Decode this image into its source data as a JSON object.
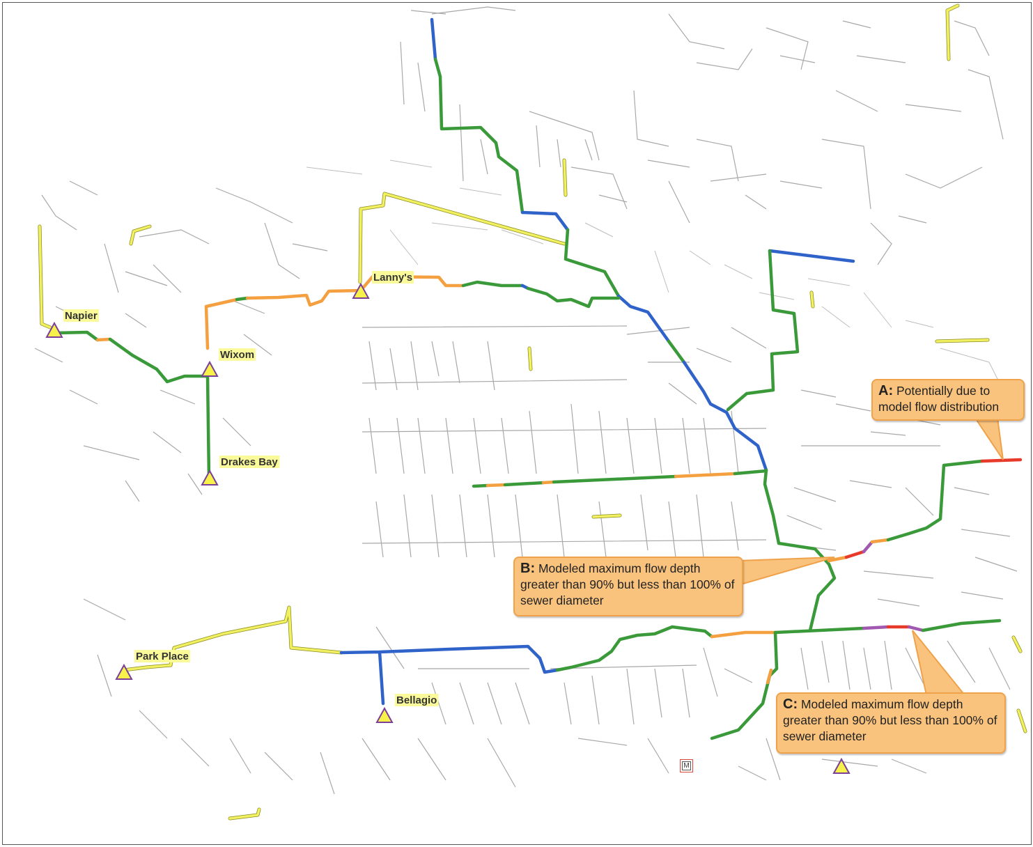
{
  "colors": {
    "green": "#3a9a3a",
    "blue": "#2f63c9",
    "orange": "#f4a040",
    "red": "#e83a2a",
    "purple": "#a058b0",
    "yellow": "#f0f060",
    "road": "#a8a8a8",
    "callout_fill": "#f9c37e",
    "callout_border": "#f0a24a",
    "station_fill": "#f7f24a",
    "station_stroke": "#7b3f9a"
  },
  "stations": [
    {
      "label": "Napier"
    },
    {
      "label": "Wixom"
    },
    {
      "label": "Drakes Bay"
    },
    {
      "label": "Lanny's"
    },
    {
      "label": "Park Place"
    },
    {
      "label": "Bellagio"
    }
  ],
  "callouts": {
    "a": {
      "letter": "A:",
      "text": "Potentially due to model flow distribution"
    },
    "b": {
      "letter": "B:",
      "text": "Modeled maximum flow depth greater than 90% but less than 100% of sewer diameter"
    },
    "c": {
      "letter": "C:",
      "text": "Modeled maximum flow depth greater than 90% but less than 100% of sewer diameter"
    }
  },
  "meter": {
    "label": "M"
  }
}
